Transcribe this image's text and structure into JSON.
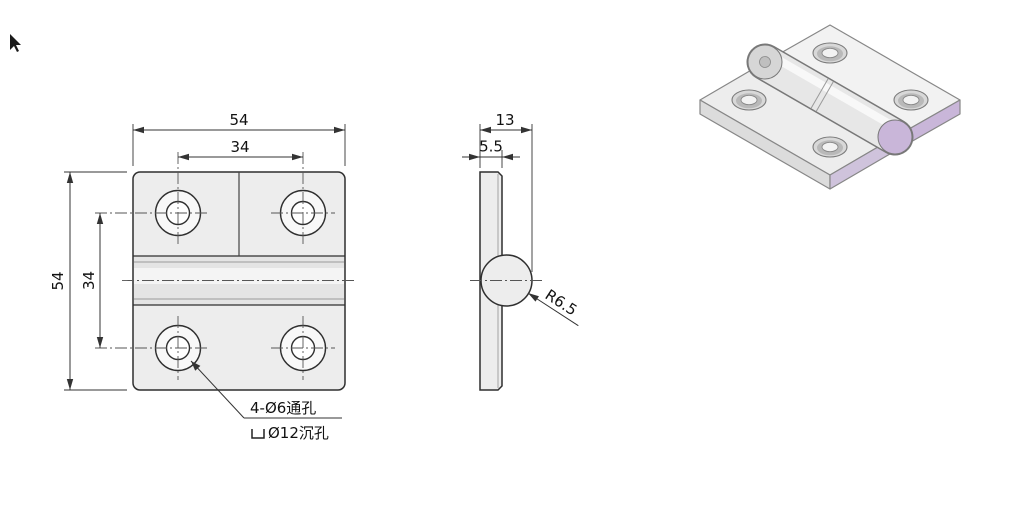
{
  "front_view": {
    "dim_overall_width": "54",
    "dim_hole_pitch_x": "34",
    "dim_overall_height": "54",
    "dim_hole_pitch_y": "34",
    "hole_note_line1": "4-Ø6通孔",
    "hole_note_line2": "Ø12沉孔"
  },
  "side_view": {
    "dim_total_thickness": "13",
    "dim_leaf_thickness": "5.5",
    "dim_knuckle_radius": "R6.5"
  },
  "colors": {
    "background": "#ffffff",
    "outline": "#2f2f2f",
    "dimension": "#333333",
    "plate_fill": "#ededed",
    "iso_accent_lavender": "#c9b6d9"
  }
}
